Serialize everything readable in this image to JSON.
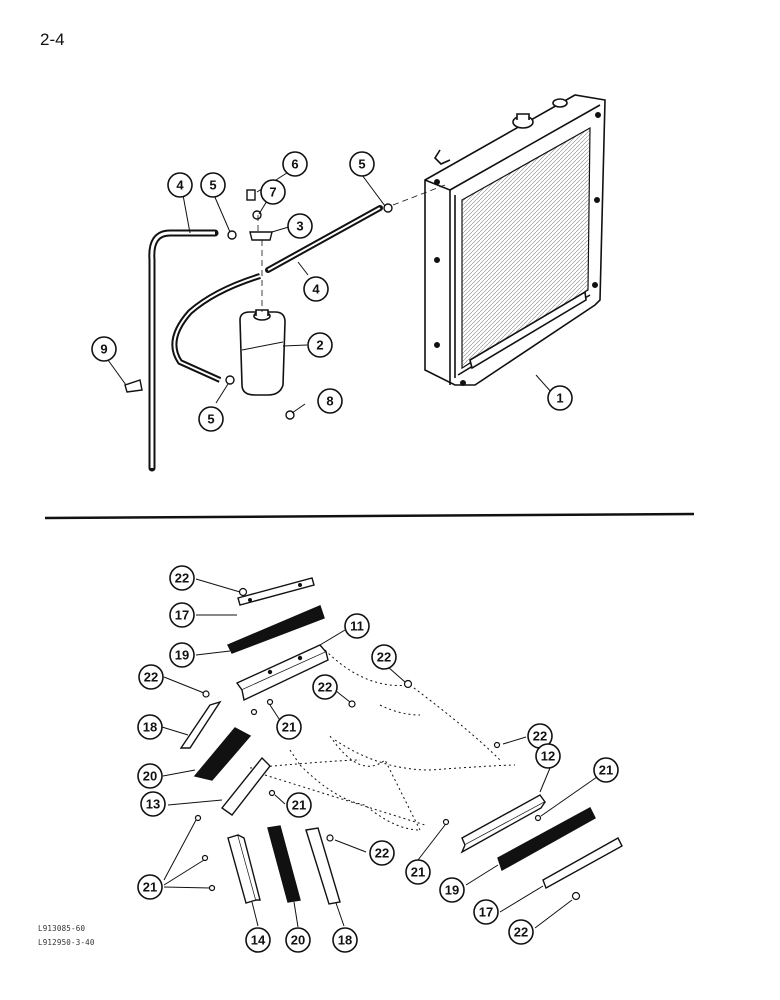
{
  "page": {
    "label": "2-4"
  },
  "figure_ids": [
    "L913085-60",
    "L912950-3-40"
  ],
  "callouts": [
    {
      "id": "c-top-1",
      "text": "1"
    },
    {
      "id": "c-top-2",
      "text": "2"
    },
    {
      "id": "c-top-3",
      "text": "3"
    },
    {
      "id": "c-top-4a",
      "text": "4"
    },
    {
      "id": "c-top-4b",
      "text": "4"
    },
    {
      "id": "c-top-5a",
      "text": "5"
    },
    {
      "id": "c-top-5b",
      "text": "5"
    },
    {
      "id": "c-top-5c",
      "text": "5"
    },
    {
      "id": "c-top-6",
      "text": "6"
    },
    {
      "id": "c-top-7",
      "text": "7"
    },
    {
      "id": "c-top-8",
      "text": "8"
    },
    {
      "id": "c-top-9",
      "text": "9"
    },
    {
      "id": "c-bot-22a",
      "text": "22"
    },
    {
      "id": "c-bot-17a",
      "text": "17"
    },
    {
      "id": "c-bot-19a",
      "text": "19"
    },
    {
      "id": "c-bot-11",
      "text": "11"
    },
    {
      "id": "c-bot-22b",
      "text": "22"
    },
    {
      "id": "c-bot-22c",
      "text": "22"
    },
    {
      "id": "c-bot-22d",
      "text": "22"
    },
    {
      "id": "c-bot-18a",
      "text": "18"
    },
    {
      "id": "c-bot-21a",
      "text": "21"
    },
    {
      "id": "c-bot-22e",
      "text": "22"
    },
    {
      "id": "c-bot-20a",
      "text": "20"
    },
    {
      "id": "c-bot-12",
      "text": "12"
    },
    {
      "id": "c-bot-21b",
      "text": "21"
    },
    {
      "id": "c-bot-13",
      "text": "13"
    },
    {
      "id": "c-bot-21c",
      "text": "21"
    },
    {
      "id": "c-bot-22f",
      "text": "22"
    },
    {
      "id": "c-bot-21d",
      "text": "21"
    },
    {
      "id": "c-bot-21e",
      "text": "21"
    },
    {
      "id": "c-bot-19b",
      "text": "19"
    },
    {
      "id": "c-bot-17b",
      "text": "17"
    },
    {
      "id": "c-bot-14",
      "text": "14"
    },
    {
      "id": "c-bot-20b",
      "text": "20"
    },
    {
      "id": "c-bot-18b",
      "text": "18"
    },
    {
      "id": "c-bot-22g",
      "text": "22"
    }
  ]
}
